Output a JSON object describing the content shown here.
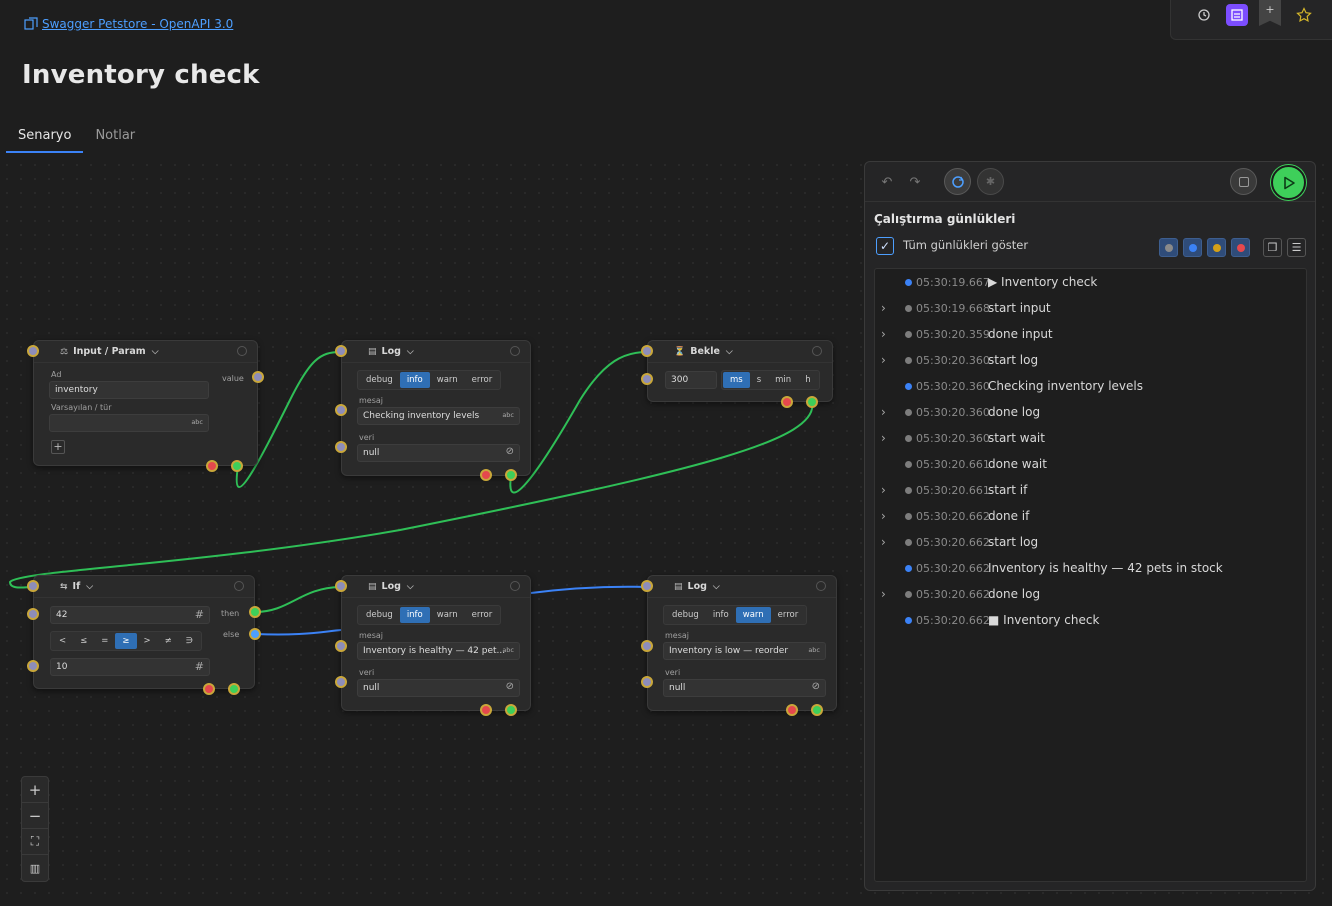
{
  "header": {
    "breadcrumb": "Swagger Petstore - OpenAPI 3.0",
    "title": "Inventory check",
    "tabs": [
      {
        "label": "Senaryo"
      },
      {
        "label": "Notlar"
      }
    ]
  },
  "nodes": {
    "input_param": {
      "title": "Input / Param",
      "ad_label": "Ad",
      "ad_value": "inventory",
      "default_label": "Varsayılan / tür",
      "default_suffix": "abc",
      "output_label": "value"
    },
    "log1": {
      "title": "Log",
      "levels": [
        "debug",
        "info",
        "warn",
        "error"
      ],
      "active_level": "info",
      "message_label": "mesaj",
      "message_value": "Checking inventory levels",
      "message_suffix": "abc",
      "data_label": "veri",
      "data_value": "null"
    },
    "wait": {
      "title": "Bekle",
      "value": "300",
      "units": [
        "ms",
        "s",
        "min",
        "h"
      ],
      "active_unit": "ms"
    },
    "if": {
      "title": "If",
      "left_value": "42",
      "operators": [
        "<",
        "≤",
        "=",
        "≥",
        ">",
        "≠",
        "∋"
      ],
      "active_operator": "≥",
      "right_value": "10",
      "then_label": "then",
      "else_label": "else"
    },
    "log2": {
      "title": "Log",
      "levels": [
        "debug",
        "info",
        "warn",
        "error"
      ],
      "active_level": "info",
      "message_label": "mesaj",
      "message_value": "Inventory is healthy — 42 pet...",
      "message_suffix": "abc",
      "data_label": "veri",
      "data_value": "null"
    },
    "log3": {
      "title": "Log",
      "levels": [
        "debug",
        "info",
        "warn",
        "error"
      ],
      "active_level": "warn",
      "message_label": "mesaj",
      "message_value": "Inventory is low — reorder",
      "message_suffix": "abc",
      "data_label": "veri",
      "data_value": "null"
    }
  },
  "logs": {
    "title": "Çalıştırma günlükleri",
    "show_all_label": "Tüm günlükleri göster",
    "show_all_checked": true,
    "filter_colors": [
      "#8a8a8a",
      "#3b82f6",
      "#d4a017",
      "#e5484d"
    ],
    "entries": [
      {
        "expandable": false,
        "level": "info",
        "time": "05:30:19.667",
        "message": "▶ Inventory check"
      },
      {
        "expandable": true,
        "level": "debug",
        "time": "05:30:19.668",
        "message": "start input"
      },
      {
        "expandable": true,
        "level": "debug",
        "time": "05:30:20.359",
        "message": "done input"
      },
      {
        "expandable": true,
        "level": "debug",
        "time": "05:30:20.360",
        "message": "start log"
      },
      {
        "expandable": false,
        "level": "info",
        "time": "05:30:20.360",
        "message": "Checking inventory levels"
      },
      {
        "expandable": true,
        "level": "debug",
        "time": "05:30:20.360",
        "message": "done log"
      },
      {
        "expandable": true,
        "level": "debug",
        "time": "05:30:20.360",
        "message": "start wait"
      },
      {
        "expandable": false,
        "level": "debug",
        "time": "05:30:20.661",
        "message": "done wait"
      },
      {
        "expandable": true,
        "level": "debug",
        "time": "05:30:20.661",
        "message": "start if"
      },
      {
        "expandable": true,
        "level": "debug",
        "time": "05:30:20.662",
        "message": "done if"
      },
      {
        "expandable": true,
        "level": "debug",
        "time": "05:30:20.662",
        "message": "start log"
      },
      {
        "expandable": false,
        "level": "info",
        "time": "05:30:20.662",
        "message": "Inventory is healthy — 42 pets in stock"
      },
      {
        "expandable": true,
        "level": "debug",
        "time": "05:30:20.662",
        "message": "done log"
      },
      {
        "expandable": false,
        "level": "info",
        "time": "05:30:20.662",
        "message": "■ Inventory check"
      }
    ]
  },
  "colors": {
    "accent": "#3b82f6",
    "run_button": "#3ecf5a",
    "wire_green": "#2fbf57",
    "wire_blue": "#3b82f6"
  }
}
